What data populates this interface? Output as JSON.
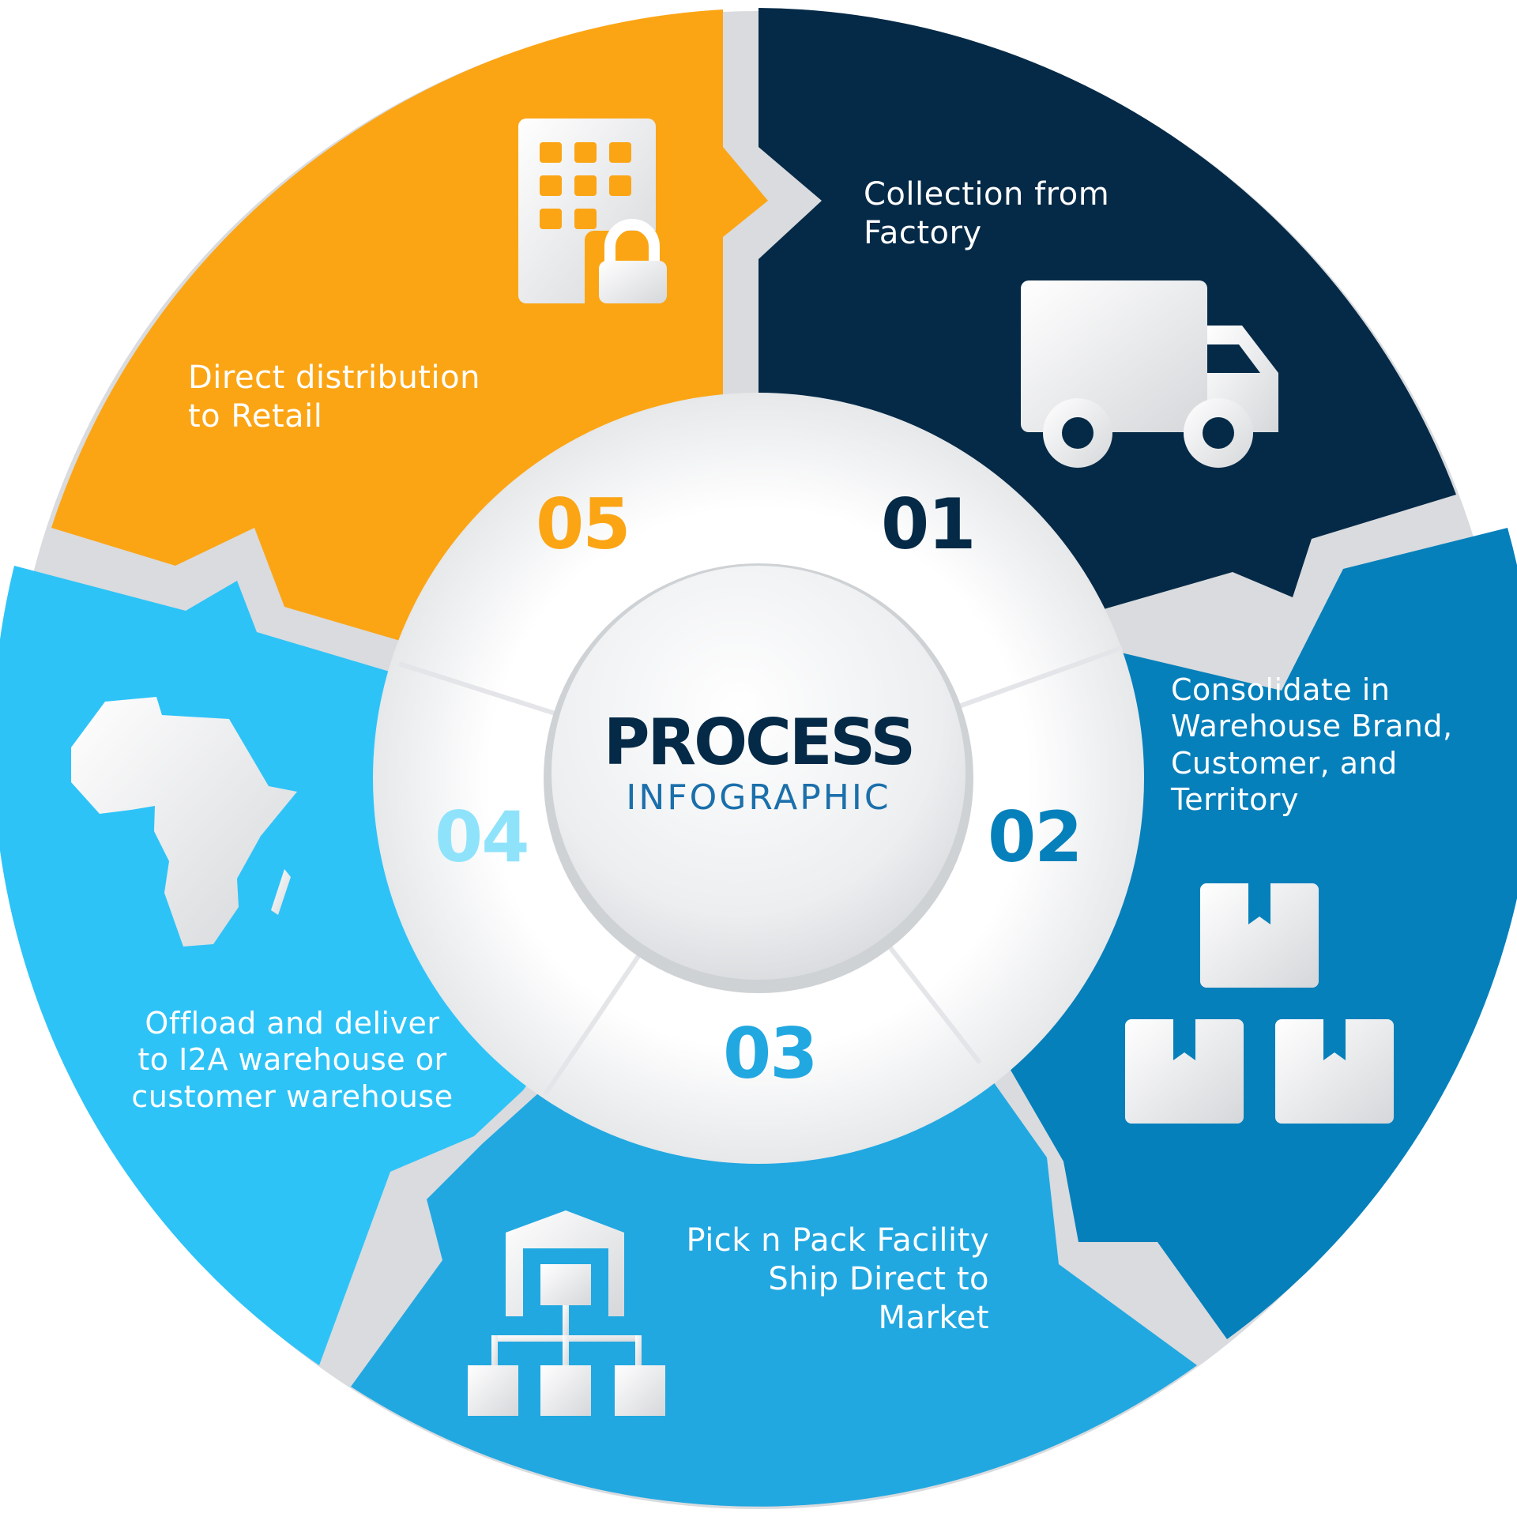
{
  "colors": {
    "navy": "#052a47",
    "blue": "#0680bb",
    "medium_blue": "#22a8e1",
    "sky_blue": "#2ec3f7",
    "orange": "#fba515",
    "light_blue_text": "#8ee3fb",
    "subtitle_blue": "#1b6fab",
    "gray_border": "#d9dbde"
  },
  "center": {
    "title": "PROCESS",
    "subtitle": "INFOGRAPHIC"
  },
  "steps": [
    {
      "number": "01",
      "label": "Collection from\nFactory",
      "icon": "truck-icon"
    },
    {
      "number": "02",
      "label": " Consolidate in\nWarehouse  Brand,\nCustomer, and\nTerritory",
      "icon": "boxes-icon"
    },
    {
      "number": "03",
      "label": "Pick n Pack Facility\nShip Direct to\nMarket",
      "icon": "warehouse-network-icon"
    },
    {
      "number": "04",
      "label": "Offload and deliver\nto I2A warehouse or\ncustomer warehouse",
      "icon": "africa-map-icon"
    },
    {
      "number": "05",
      "label": "Direct distribution\nto Retail",
      "icon": "locked-building-icon"
    }
  ]
}
